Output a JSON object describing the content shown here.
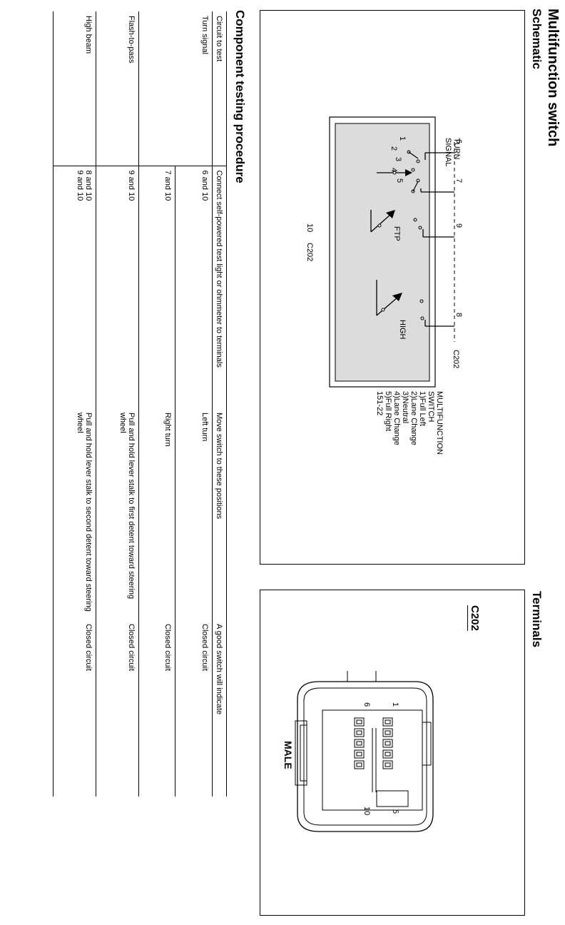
{
  "title": "Multifunction switch",
  "schematic": {
    "heading": "Schematic",
    "switch_labels": [
      "TURN",
      "SIGNAL"
    ],
    "turn_positions": [
      "1",
      "2",
      "3",
      "4",
      "5"
    ],
    "ftp_label": "FTP",
    "high_label": "HIGH",
    "pins_top": [
      "6",
      "7",
      "9",
      "8"
    ],
    "pin_left": "10",
    "connector_top": "C202",
    "connector_left": "C202",
    "legend": [
      "MULTIFUNCTION",
      "SWITCH",
      "1)Full Left",
      "2)Lane Change",
      "3)Neutral",
      "4)Lane Change",
      "5)Full Right",
      "151-22"
    ]
  },
  "terminals": {
    "heading": "Terminals",
    "connector": "C202",
    "pin_first": "1",
    "pin_fifth": "5",
    "pin_sixth": "6",
    "pin_tenth": "10",
    "gender": "MALE"
  },
  "testing": {
    "heading": "Component testing procedure",
    "columns": [
      "Circuit to test",
      "Connect self-powered test light or ohmmeter to terminals",
      "Move switch to these positions",
      "A good switch will indicate"
    ],
    "rows": [
      {
        "circuit": "Turn signal",
        "terminals": "6 and 10",
        "position": "Left turn",
        "indicate": "Closed circuit"
      },
      {
        "circuit": "",
        "terminals": "7 and 10",
        "position": "Right turn",
        "indicate": "Closed circuit"
      },
      {
        "circuit": "Flash-to-pass",
        "terminals": "9 and 10",
        "position": "Pull and hold lever stalk to first detent toward steering wheel",
        "indicate": "Closed circuit"
      },
      {
        "circuit": "High beam",
        "terminals": "8 and 10\n9 and 10",
        "position": "Pull and hold lever stalk to second detent toward steering wheel",
        "indicate": "Closed circuit"
      }
    ]
  }
}
